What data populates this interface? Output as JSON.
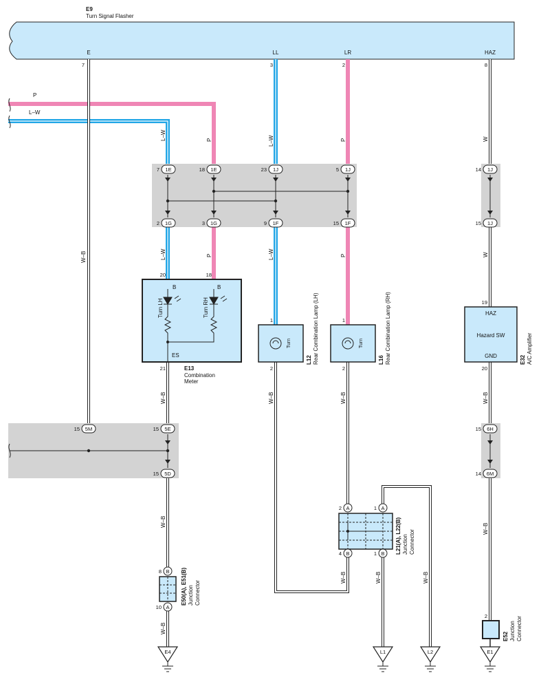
{
  "colors": {
    "component_fill": "#c9e9fb",
    "junction_block": "#d3d3d3",
    "wire_pink": "#ef86b5",
    "wire_blue": "#22a6e6",
    "line": "#222222"
  },
  "flasher": {
    "code": "E9",
    "name": "Turn Signal Flasher",
    "terminals": {
      "e": "E",
      "ll": "LL",
      "lr": "LR",
      "haz": "HAZ"
    },
    "pins": {
      "e": "7",
      "ll": "3",
      "lr": "2",
      "haz": "8"
    }
  },
  "inputs": {
    "p": "P",
    "lw": "L–W"
  },
  "wire_labels": {
    "lw": "L–W",
    "p": "P",
    "wb": "W–B",
    "w": "W"
  },
  "junction_top": {
    "top": [
      {
        "pin": "7",
        "conn": "1E"
      },
      {
        "pin": "18",
        "conn": "1E"
      },
      {
        "pin": "23",
        "conn": "1J"
      },
      {
        "pin": "5",
        "conn": "1J"
      }
    ],
    "bottom": [
      {
        "pin": "2",
        "conn": "1G"
      },
      {
        "pin": "3",
        "conn": "1G"
      },
      {
        "pin": "9",
        "conn": "1F"
      },
      {
        "pin": "15",
        "conn": "1F"
      }
    ],
    "haz_top": {
      "pin": "14",
      "conn": "1J"
    },
    "haz_bottom": {
      "pin": "15",
      "conn": "1J"
    }
  },
  "meter": {
    "code": "E13",
    "name_line1": "Combination",
    "name_line2": "Meter",
    "pin_in_lh": "20",
    "pin_in_rh": "18",
    "b1": "B",
    "b2": "B",
    "turn_lh": "Turn LH",
    "turn_rh": "Turn RH",
    "es": "ES",
    "pin_out": "21"
  },
  "lamp_lh": {
    "code": "L12",
    "name": "Rear Combination Lamp (LH)",
    "inner": "Turn",
    "pin_in": "1",
    "pin_out": "2"
  },
  "lamp_rh": {
    "code": "L16",
    "name": "Rear Combination Lamp (RH)",
    "inner": "Turn",
    "pin_in": "1",
    "pin_out": "2"
  },
  "amplifier": {
    "code": "E32",
    "name": "A/C Amplifier",
    "haz": "HAZ",
    "inner": "Hazard SW",
    "gnd": "GND",
    "pin_in": "19",
    "pin_out": "20"
  },
  "junction_mid": {
    "left": {
      "pin": "15",
      "conn": "5M"
    },
    "right_top": {
      "pin": "15",
      "conn": "5E"
    },
    "right_bottom": {
      "pin": "15",
      "conn": "5D"
    },
    "haz_top": {
      "pin": "15",
      "conn": "6H"
    },
    "haz_bottom": {
      "pin": "14",
      "conn": "6M"
    }
  },
  "jc_e50": {
    "code": "E50(A), E51(B)",
    "line1": "Junction",
    "line2": "Connector",
    "top": {
      "pin": "8",
      "conn": "B"
    },
    "bottom": {
      "pin": "10",
      "conn": "A"
    }
  },
  "jc_l21": {
    "code": "L21(A), L22(B)",
    "line1": "Junction",
    "line2": "Connector",
    "top_left": {
      "pin": "2",
      "conn": "A"
    },
    "top_right": {
      "pin": "1",
      "conn": "A"
    },
    "bottom_left": {
      "pin": "4",
      "conn": "B"
    },
    "bottom_right": {
      "pin": "1",
      "conn": "B"
    }
  },
  "jc_e52": {
    "code": "E52",
    "line1": "Junction",
    "line2": "Connector",
    "pin": "2"
  },
  "grounds": {
    "e4": "E4",
    "l1": "L1",
    "l2": "L2",
    "e1": "E1"
  }
}
